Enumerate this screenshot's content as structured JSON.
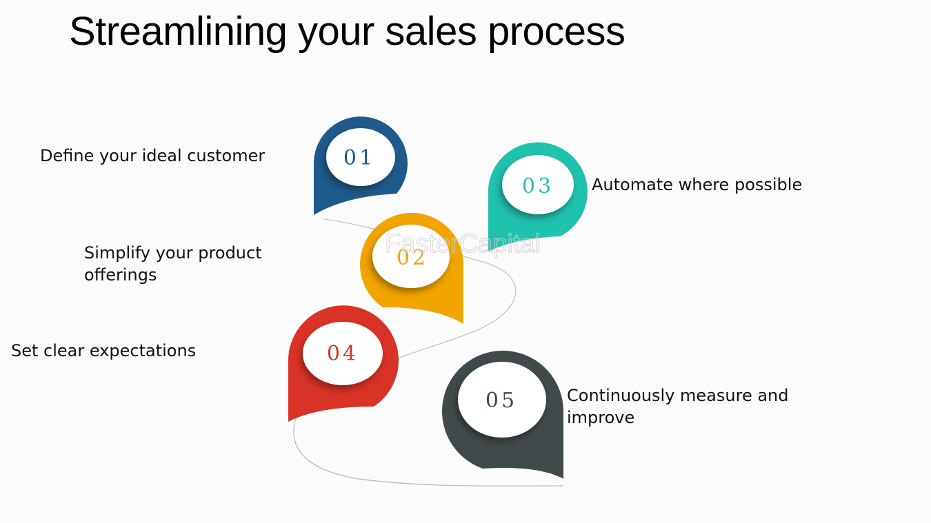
{
  "title": "Streamlining your sales process",
  "watermark": "FasterCapital",
  "steps": [
    {
      "number": "01",
      "label": "Define your ideal customer",
      "color": "#1f5a8c"
    },
    {
      "number": "02",
      "label": "Simplify your product offerings",
      "color": "#f2a500"
    },
    {
      "number": "03",
      "label": "Automate where possible",
      "color": "#1fc2ad"
    },
    {
      "number": "04",
      "label": "Set clear expectations",
      "color": "#d93226"
    },
    {
      "number": "05",
      "label": "Continuously measure and improve",
      "color": "#414a4a"
    }
  ]
}
